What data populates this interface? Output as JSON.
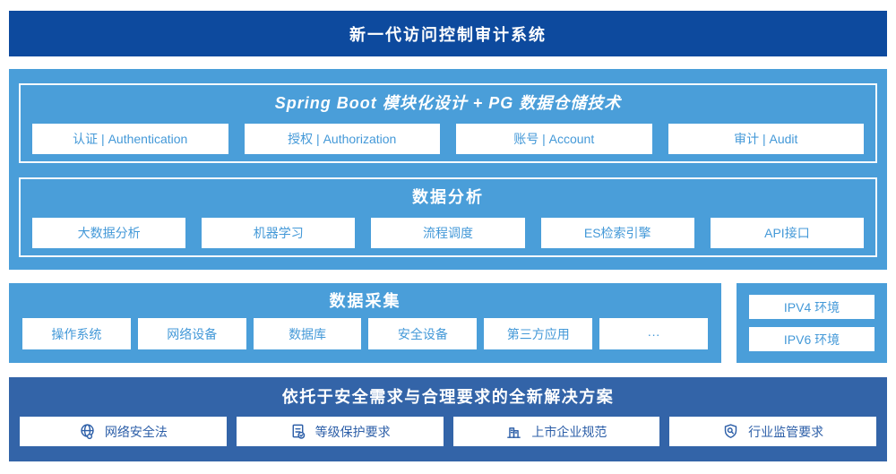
{
  "colors": {
    "banner_blue": "#0D4A9E",
    "light_blue": "#4A9ED9",
    "bottom_blue": "#3364A8",
    "chip_text_blue": "#4499D8",
    "bottom_text_blue": "#2D5FA8",
    "background": "#FFFFFF"
  },
  "banner": {
    "title": "新一代访问控制审计系统"
  },
  "platform": {
    "spring": {
      "title": "Spring Boot 模块化设计 + PG 数据仓储技术",
      "items": [
        "认证 | Authentication",
        "授权 | Authorization",
        "账号 | Account",
        "审计 | Audit"
      ]
    },
    "analysis": {
      "title": "数据分析",
      "items": [
        "大数据分析",
        "机器学习",
        "流程调度",
        "ES检索引擎",
        "API接口"
      ]
    }
  },
  "collection": {
    "title": "数据采集",
    "items": [
      "操作系统",
      "网络设备",
      "数据库",
      "安全设备",
      "第三方应用",
      "···"
    ]
  },
  "environment": {
    "items": [
      "IPV4 环境",
      "IPV6 环境"
    ]
  },
  "solution": {
    "title": "依托于安全需求与合理要求的全新解决方案",
    "items": [
      {
        "icon": "globe-icon",
        "label": "网络安全法"
      },
      {
        "icon": "document-check-icon",
        "label": "等级保护要求"
      },
      {
        "icon": "building-icon",
        "label": "上市企业规范"
      },
      {
        "icon": "shield-search-icon",
        "label": "行业监管要求"
      }
    ]
  }
}
